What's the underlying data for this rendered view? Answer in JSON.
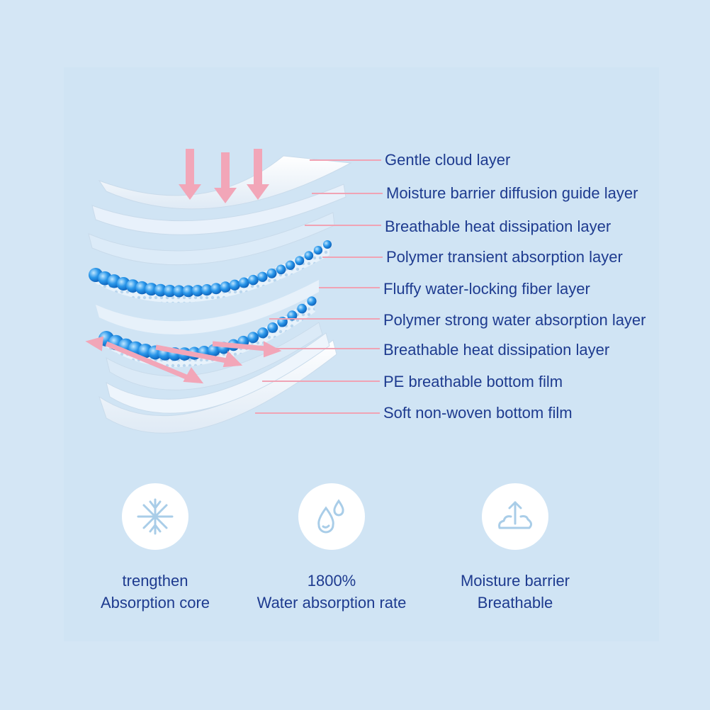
{
  "layers": [
    "Gentle cloud layer",
    "Moisture barrier diffusion guide layer",
    "Breathable heat dissipation layer",
    "Polymer transient absorption layer",
    "Fluffy water-locking fiber layer",
    "Polymer strong water absorption layer",
    "Breathable heat dissipation layer",
    "PE breathable bottom film",
    "Soft non-woven bottom film"
  ],
  "features": [
    {
      "icon": "snowflake-compress-icon",
      "line1": "trengthen",
      "line2": "Absorption core"
    },
    {
      "icon": "water-drops-icon",
      "line1": "1800%",
      "line2": "Water absorption rate"
    },
    {
      "icon": "cloud-arrow-up-icon",
      "line1": "Moisture barrier",
      "line2": "Breathable"
    }
  ],
  "colors": {
    "background": "#d4e6f5",
    "text": "#1e3b8f",
    "leader": "#f0a3b4",
    "bead": "#1e8ee6",
    "icon": "#a9cde8"
  }
}
